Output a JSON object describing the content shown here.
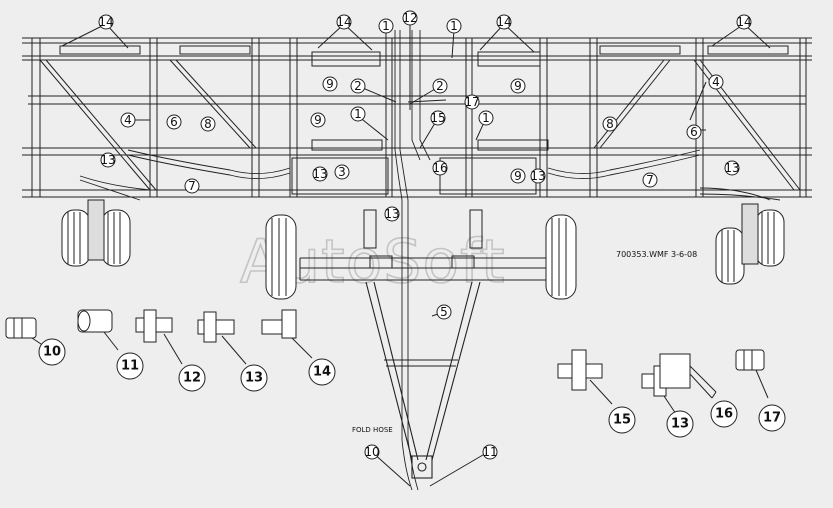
{
  "drawing": {
    "id_label": "700353.WMF  3-6-08",
    "watermark": "AutoSoft",
    "fold_hose_label": "FOLD HOSE"
  },
  "callouts": [
    {
      "num": "14"
    },
    {
      "num": "14"
    },
    {
      "num": "14"
    },
    {
      "num": "14"
    },
    {
      "num": "1"
    },
    {
      "num": "12"
    },
    {
      "num": "1"
    },
    {
      "num": "9"
    },
    {
      "num": "9"
    },
    {
      "num": "2"
    },
    {
      "num": "2"
    },
    {
      "num": "17"
    },
    {
      "num": "1"
    },
    {
      "num": "15"
    },
    {
      "num": "1"
    },
    {
      "num": "9"
    },
    {
      "num": "3"
    },
    {
      "num": "13"
    },
    {
      "num": "16"
    },
    {
      "num": "13"
    },
    {
      "num": "9"
    },
    {
      "num": "13"
    },
    {
      "num": "4"
    },
    {
      "num": "6"
    },
    {
      "num": "8"
    },
    {
      "num": "7"
    },
    {
      "num": "13"
    },
    {
      "num": "4"
    },
    {
      "num": "6"
    },
    {
      "num": "8"
    },
    {
      "num": "7"
    },
    {
      "num": "13"
    },
    {
      "num": "5"
    },
    {
      "num": "10"
    },
    {
      "num": "11"
    }
  ],
  "parts": [
    {
      "num": "10",
      "icon": "straight-fitting-icon"
    },
    {
      "num": "11",
      "icon": "adapter-fitting-icon"
    },
    {
      "num": "12",
      "icon": "tee-fitting-icon"
    },
    {
      "num": "13",
      "icon": "run-tee-fitting-icon"
    },
    {
      "num": "14",
      "icon": "elbow-fitting-icon"
    },
    {
      "num": "15",
      "icon": "cross-fitting-icon"
    },
    {
      "num": "13",
      "icon": "valve-tee-icon"
    },
    {
      "num": "16",
      "icon": "valve-body-icon"
    },
    {
      "num": "17",
      "icon": "bulkhead-fitting-icon"
    }
  ]
}
